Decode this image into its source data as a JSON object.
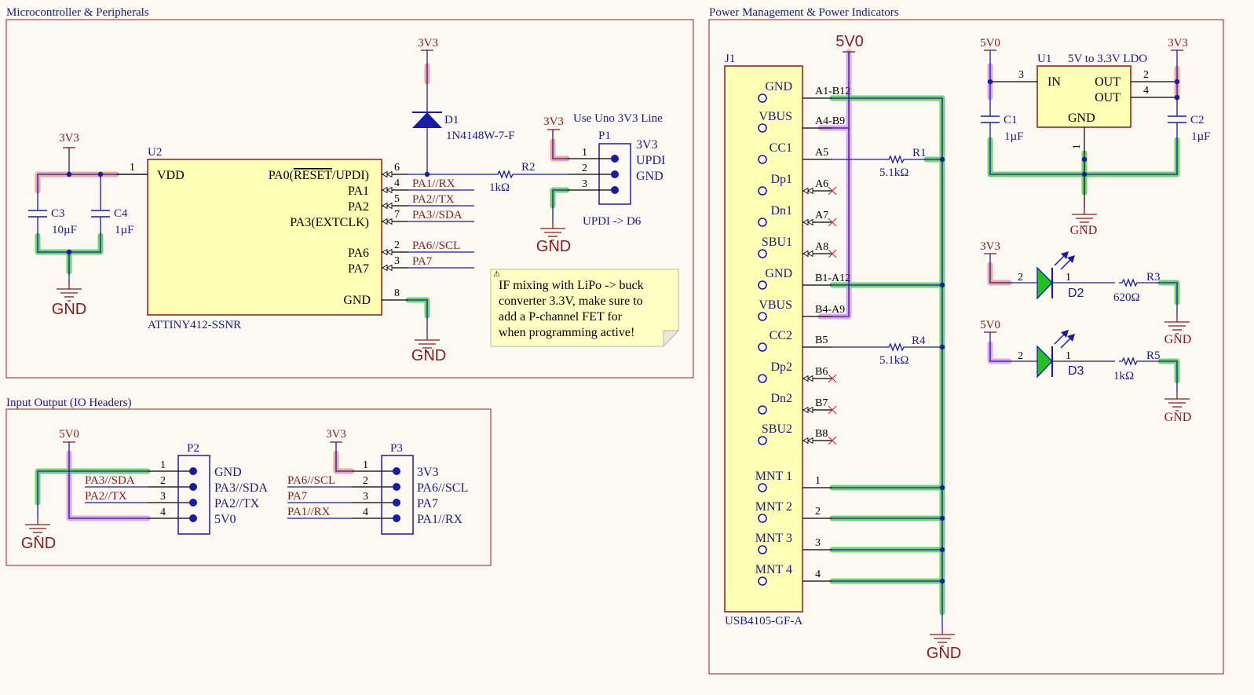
{
  "colors": {
    "background": "#fcf9f3",
    "frame": "#9b1d1d",
    "wire": "#1a1aaa",
    "pin": "#000000",
    "component_fill": "#ffffb5",
    "component_border": "#8b1a1a",
    "power_label": "#8b1a1a",
    "net_label": "#8b1a1a",
    "gnd_highlight": "#6fd46f",
    "v33_highlight": "#f3a6a6",
    "v50_highlight": "#e2a6ee",
    "led_fill": "#22c022",
    "note_fill": "#ffffc4"
  },
  "sheets": {
    "mcu": "Microcontroller & Peripherals",
    "io": "Input Output (IO Headers)",
    "power": "Power Management & Power Indicators"
  },
  "u2": {
    "ref": "U2",
    "part": "ATTINY412-SSNR",
    "vdd": "VDD",
    "pa0_pre": "PA0(",
    "pa0_bar": "RESET",
    "pa0_post": "/UPDI)",
    "pa1": "PA1",
    "pa2": "PA2",
    "pa3": "PA3(EXTCLK)",
    "pa6": "PA6",
    "pa7": "PA7",
    "gnd": "GND",
    "pin_vdd": "1",
    "pin_pa0": "6",
    "pin_pa1": "4",
    "pin_pa2": "5",
    "pin_pa3": "7",
    "pin_pa6": "2",
    "pin_pa7": "3",
    "pin_gnd": "8"
  },
  "mcu_nets": {
    "pa1": "PA1//RX",
    "pa2": "PA2//TX",
    "pa3": "PA3//SDA",
    "pa6": "PA6//SCL",
    "pa7": "PA7"
  },
  "c3": {
    "ref": "C3",
    "value": "10µF"
  },
  "c4": {
    "ref": "C4",
    "value": "1µF"
  },
  "d1": {
    "ref": "D1",
    "part": "1N4148W-7-F"
  },
  "r2": {
    "ref": "R2",
    "value": "1kΩ"
  },
  "p1": {
    "ref": "P1",
    "note": "Use Uno 3V3 Line",
    "labels": [
      "3V3",
      "UPDI",
      "GND"
    ],
    "pins": [
      "1",
      "2",
      "3"
    ],
    "caption": "UPDI -> D6"
  },
  "note_lines": [
    "IF mixing with LiPo -> buck",
    "converter 3.3V, make sure to",
    "add a P-channel FET for",
    "when programming active!"
  ],
  "power_nets": {
    "v33": "3V3",
    "v50": "5V0",
    "gnd": "GND"
  },
  "p2": {
    "ref": "P2",
    "labels": [
      "GND",
      "PA3//SDA",
      "PA2//TX",
      "5V0"
    ],
    "pins": [
      "1",
      "2",
      "3",
      "4"
    ],
    "nets": [
      "PA3//SDA",
      "PA2//TX"
    ]
  },
  "p3": {
    "ref": "P3",
    "labels": [
      "3V3",
      "PA6//SCL",
      "PA7",
      "PA1//RX"
    ],
    "pins": [
      "1",
      "2",
      "3",
      "4"
    ],
    "nets": [
      "PA6//SCL",
      "PA7",
      "PA1//RX"
    ]
  },
  "j1": {
    "ref": "J1",
    "part": "USB4105-GF-A",
    "pins": [
      {
        "name": "GND",
        "num": "A1-B12"
      },
      {
        "name": "VBUS",
        "num": "A4-B9"
      },
      {
        "name": "CC1",
        "num": "A5"
      },
      {
        "name": "Dp1",
        "num": "A6"
      },
      {
        "name": "Dn1",
        "num": "A7"
      },
      {
        "name": "SBU1",
        "num": "A8"
      },
      {
        "name": "GND",
        "num": "B1-A12"
      },
      {
        "name": "VBUS",
        "num": "B4-A9"
      },
      {
        "name": "CC2",
        "num": "B5"
      },
      {
        "name": "Dp2",
        "num": "B6"
      },
      {
        "name": "Dn2",
        "num": "B7"
      },
      {
        "name": "SBU2",
        "num": "B8"
      },
      {
        "name": "MNT 1",
        "num": "1"
      },
      {
        "name": "MNT 2",
        "num": "2"
      },
      {
        "name": "MNT 3",
        "num": "3"
      },
      {
        "name": "MNT 4",
        "num": "4"
      }
    ]
  },
  "r1": {
    "ref": "R1",
    "value": "5.1kΩ"
  },
  "r4": {
    "ref": "R4",
    "value": "5.1kΩ"
  },
  "u1": {
    "ref": "U1",
    "desc": "5V to 3.3V LDO",
    "in": "IN",
    "out1": "OUT",
    "out2": "OUT",
    "gnd": "GND",
    "pin_in": "3",
    "pin_out1": "2",
    "pin_out2": "4",
    "pin_gnd": "1"
  },
  "c1": {
    "ref": "C1",
    "value": "1µF"
  },
  "c2": {
    "ref": "C2",
    "value": "1µF"
  },
  "d2": {
    "ref": "D2",
    "pin_a": "2",
    "pin_k": "1"
  },
  "r3": {
    "ref": "R3",
    "value": "620Ω"
  },
  "d3": {
    "ref": "D3",
    "pin_a": "2",
    "pin_k": "1"
  },
  "r5": {
    "ref": "R5",
    "value": "1kΩ"
  }
}
